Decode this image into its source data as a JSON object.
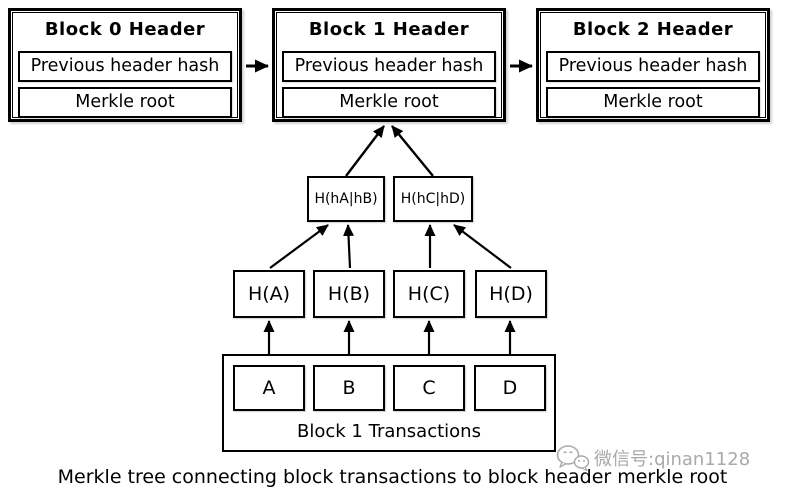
{
  "blocks": [
    {
      "title": "Block 0 Header",
      "rows": [
        "Previous header hash",
        "Merkle root"
      ]
    },
    {
      "title": "Block 1 Header",
      "rows": [
        "Previous header hash",
        "Merkle root"
      ]
    },
    {
      "title": "Block 2 Header",
      "rows": [
        "Previous header hash",
        "Merkle root"
      ]
    }
  ],
  "tree": {
    "level1": [
      "H(hA|hB)",
      "H(hC|hD)"
    ],
    "level2": [
      "H(A)",
      "H(B)",
      "H(C)",
      "H(D)"
    ],
    "transactions": [
      "A",
      "B",
      "C",
      "D"
    ],
    "container_label": "Block 1 Transactions"
  },
  "caption": "Merkle tree connecting block transactions to block header merkle root",
  "watermark": {
    "icon": "wechat-icon",
    "text": "微信号:qinan1128"
  },
  "colors": {
    "line": "#000000",
    "box_border": "#000000",
    "background": "#ffffff",
    "watermark": "#a9a9a9"
  }
}
